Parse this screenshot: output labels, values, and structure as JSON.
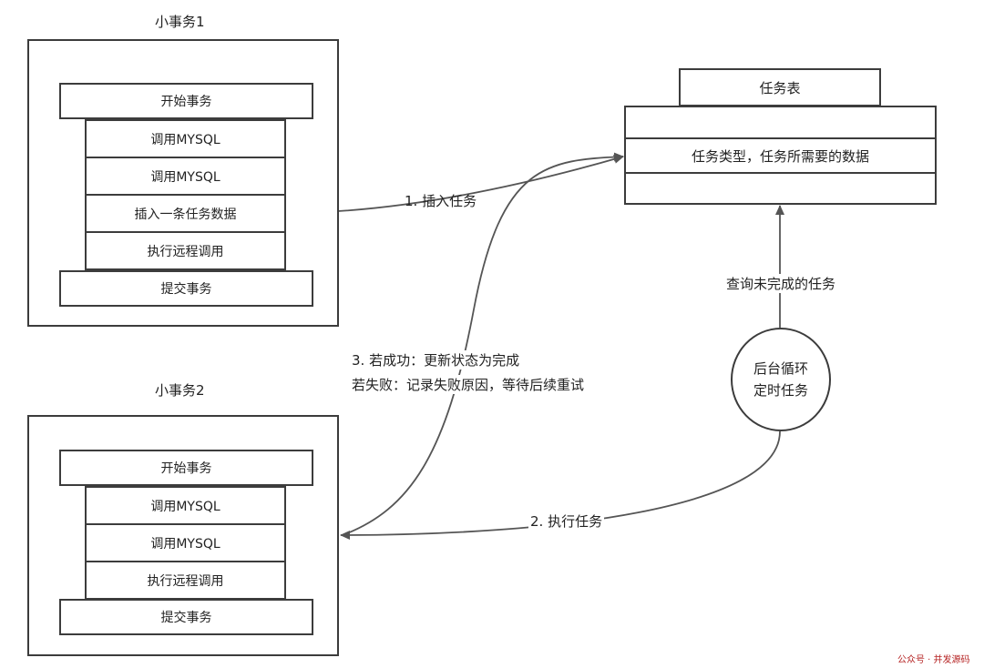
{
  "transaction1": {
    "title": "小事务1",
    "steps": [
      "开始事务",
      "调用MYSQL",
      "调用MYSQL",
      "插入一条任务数据",
      "执行远程调用",
      "提交事务"
    ]
  },
  "transaction2": {
    "title": "小事务2",
    "steps": [
      "开始事务",
      "调用MYSQL",
      "调用MYSQL",
      "执行远程调用",
      "提交事务"
    ]
  },
  "task_table": {
    "title": "任务表",
    "row": "任务类型，任务所需要的数据"
  },
  "scheduler": {
    "line1": "后台循环",
    "line2": "定时任务"
  },
  "edges": {
    "insert_task": "1. 插入任务",
    "execute_task": "2. 执行任务",
    "query_unfinished": "查询未完成的任务",
    "result_success": "3. 若成功：更新状态为完成",
    "result_fail": "若失败：记录失败原因，等待后续重试"
  },
  "watermark": "公众号 · 并发源码",
  "colors": {
    "stroke": "#3c3c3c",
    "text": "#222222",
    "watermark": "#b52222"
  }
}
